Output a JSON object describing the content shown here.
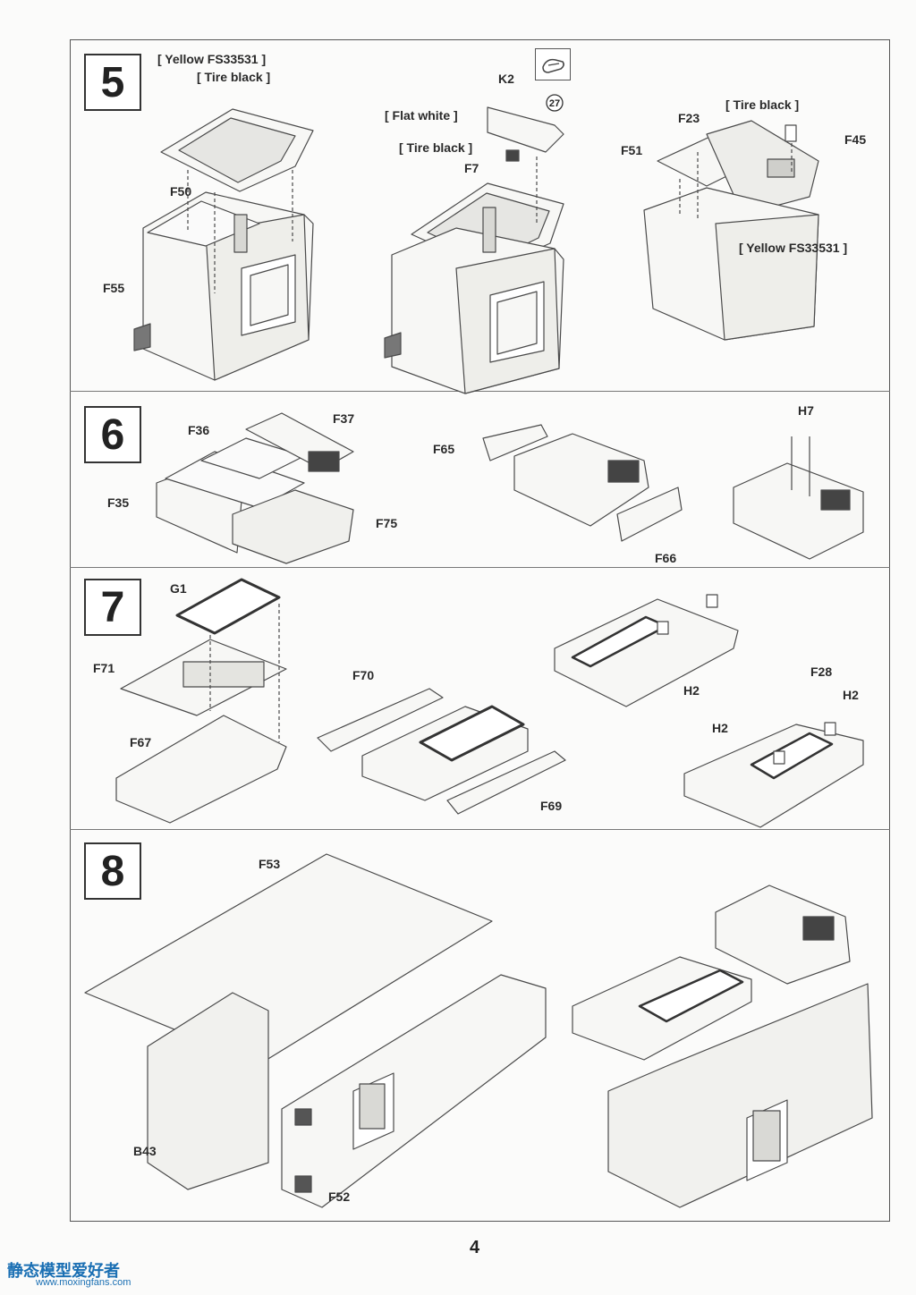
{
  "page_number": "4",
  "watermark": {
    "text": "静态模型爱好者",
    "url": "www.moxingfans.com"
  },
  "steps": [
    {
      "number": "5",
      "labels": {
        "yellow_fs33531_a": "[ Yellow FS33531 ]",
        "tire_black_a": "[ Tire black ]",
        "f50": "F50",
        "f55": "F55",
        "k2": "K2",
        "flat_white": "[ Flat white ]",
        "tire_black_b": "[ Tire black ]",
        "f7": "F7",
        "circled_27": "27",
        "tire_black_c": "[ Tire black ]",
        "f23": "F23",
        "f51": "F51",
        "f45": "F45",
        "yellow_fs33531_b": "[ Yellow FS33531 ]"
      }
    },
    {
      "number": "6",
      "labels": {
        "f36": "F36",
        "f37": "F37",
        "f35": "F35",
        "f75": "F75",
        "f65": "F65",
        "f66": "F66",
        "h7": "H7"
      }
    },
    {
      "number": "7",
      "labels": {
        "g1": "G1",
        "f71": "F71",
        "f67": "F67",
        "f70": "F70",
        "f69": "F69",
        "h2_a": "H2",
        "f28": "F28",
        "h2_b": "H2",
        "h2_c": "H2"
      }
    },
    {
      "number": "8",
      "labels": {
        "f53": "F53",
        "b43": "B43",
        "f52": "F52"
      }
    }
  ],
  "icons": {
    "cursor_tool": "cursor-hand-icon"
  }
}
